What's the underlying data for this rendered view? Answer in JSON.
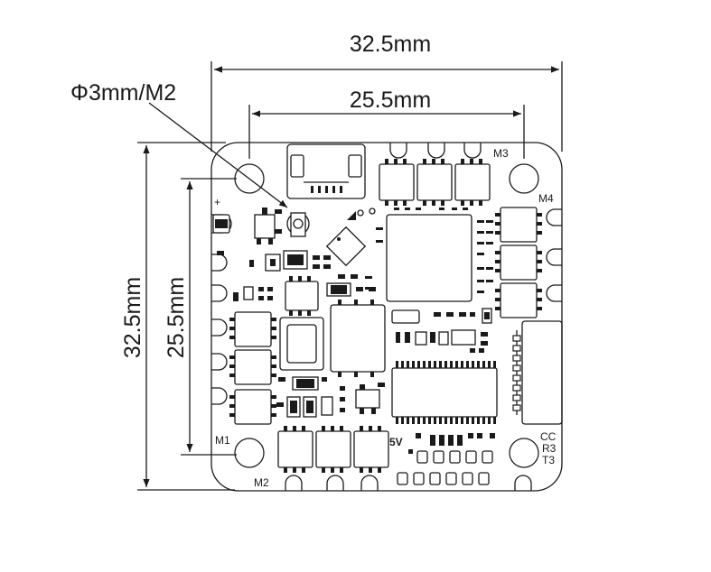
{
  "dimensions": {
    "outer_width": "32.5mm",
    "inner_width": "25.5mm",
    "outer_height": "32.5mm",
    "inner_height": "25.5mm",
    "hole_spec": "Φ3mm/M2"
  },
  "board_labels": {
    "motor1": "M1",
    "motor2": "M2",
    "motor3": "M3",
    "motor4": "M4",
    "plus": "+",
    "five_volt": "5V",
    "cc": "CC",
    "r3": "R3",
    "t3": "T3"
  },
  "colors": {
    "line": "#1a1a1a",
    "background": "#ffffff"
  }
}
